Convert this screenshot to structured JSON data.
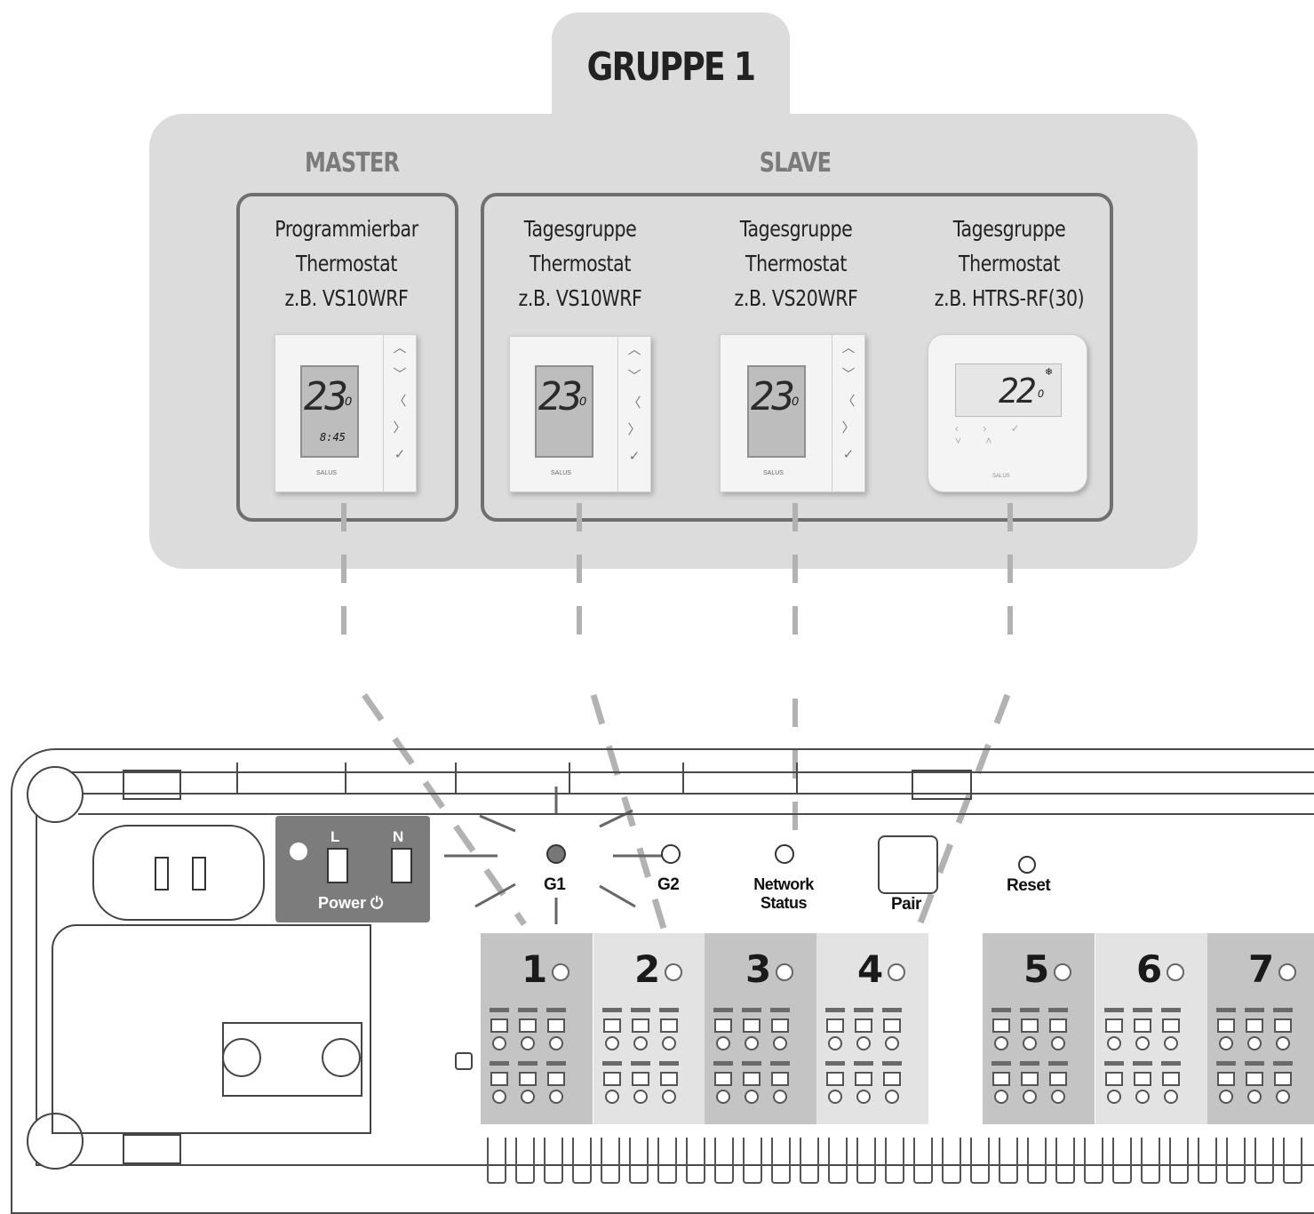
{
  "group": {
    "title": "GRUPPE 1"
  },
  "roles": {
    "master": "MASTER",
    "slave": "SLAVE"
  },
  "devices": [
    {
      "line1": "Programmierbar",
      "line2": "Thermostat",
      "line3": "z.B. VS10WRF",
      "temp": "23",
      "decimal": "0",
      "clock": "8:45",
      "brand": "SALUS"
    },
    {
      "line1": "Tagesgruppe",
      "line2": "Thermostat",
      "line3": "z.B. VS10WRF",
      "temp": "23",
      "decimal": "0",
      "brand": "SALUS"
    },
    {
      "line1": "Tagesgruppe",
      "line2": "Thermostat",
      "line3": "z.B. VS20WRF",
      "temp": "23",
      "decimal": "0",
      "brand": "SALUS"
    },
    {
      "line1": "Tagesgruppe",
      "line2": "Thermostat",
      "line3": "z.B. HTRS-RF(30)",
      "temp": "22",
      "decimal": "0",
      "brand": "SALUS"
    }
  ],
  "controller": {
    "power": {
      "l": "L",
      "n": "N",
      "label": "Power ⏻"
    },
    "g1": "G1",
    "g2": "G2",
    "network": {
      "line1": "Network",
      "line2": "Status"
    },
    "pair": "Pair",
    "reset": "Reset",
    "zones": [
      "1",
      "2",
      "3",
      "4",
      "5",
      "6",
      "7"
    ]
  },
  "colors": {
    "panel": "#dcdcdc",
    "border": "#6f6f6f",
    "dash": "#b2b2b2",
    "zone_dark": "#c4c4c4",
    "zone_light": "#e3e3e3"
  }
}
